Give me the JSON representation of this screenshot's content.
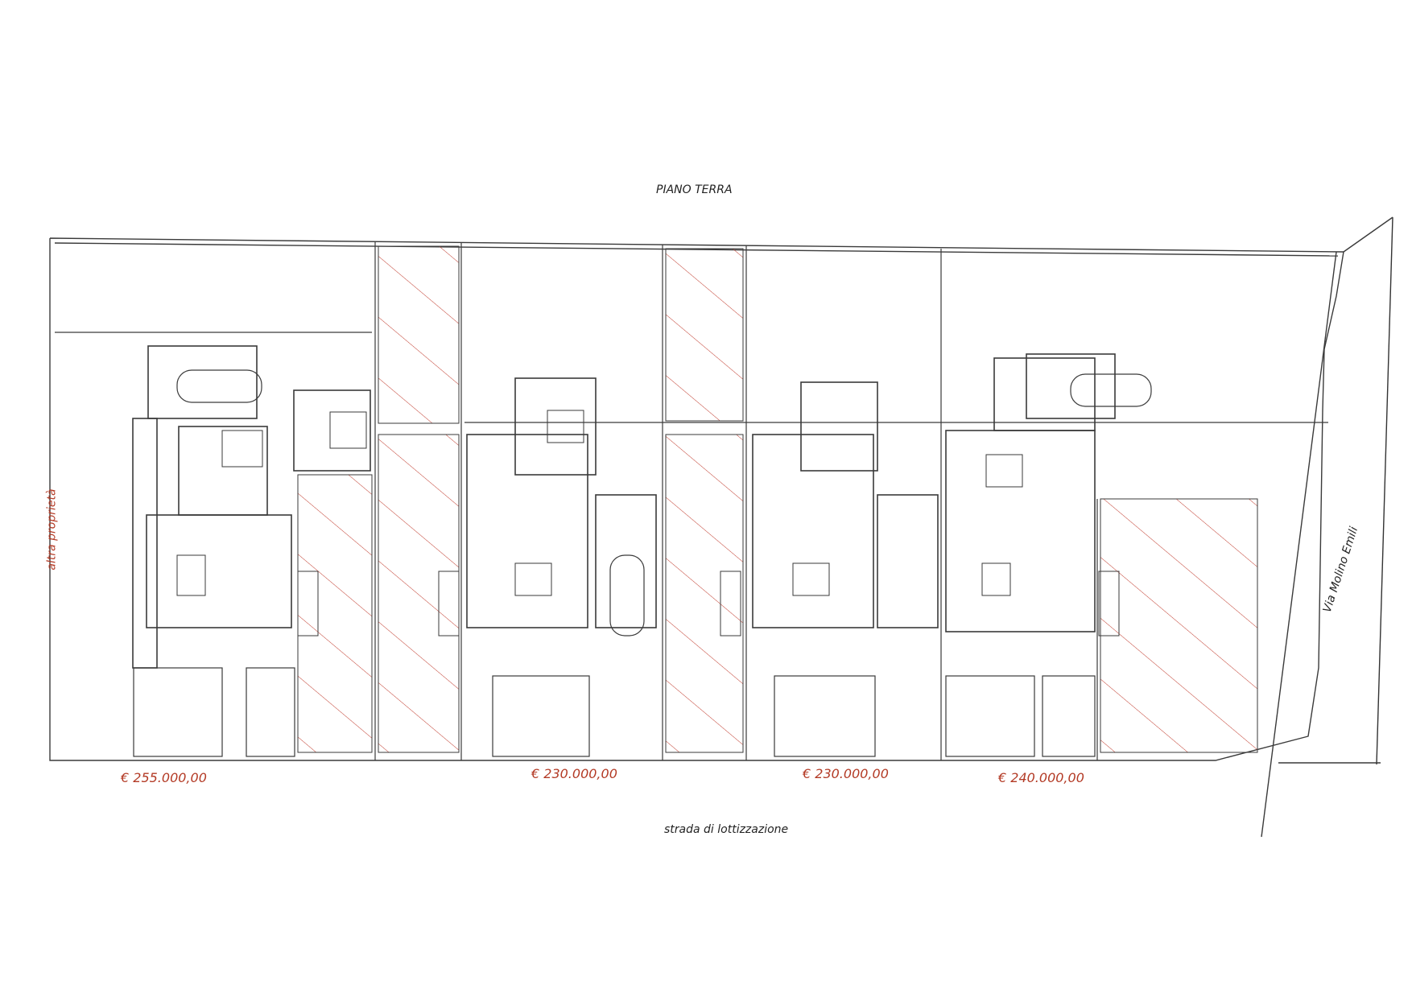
{
  "labels": {
    "title": "PIANO TERRA",
    "road": "strada di lottizzazione",
    "left_side": "altra proprietà",
    "right_side": "Via Molino Emili"
  },
  "units": [
    {
      "price": "€ 255.000,00"
    },
    {
      "price": "€ 230.000,00"
    },
    {
      "price": "€ 230.000,00"
    },
    {
      "price": "€ 240.000,00"
    }
  ],
  "colors": {
    "line": "#3a3a3a",
    "hatch": "#c0392b",
    "price": "#b33a25"
  }
}
